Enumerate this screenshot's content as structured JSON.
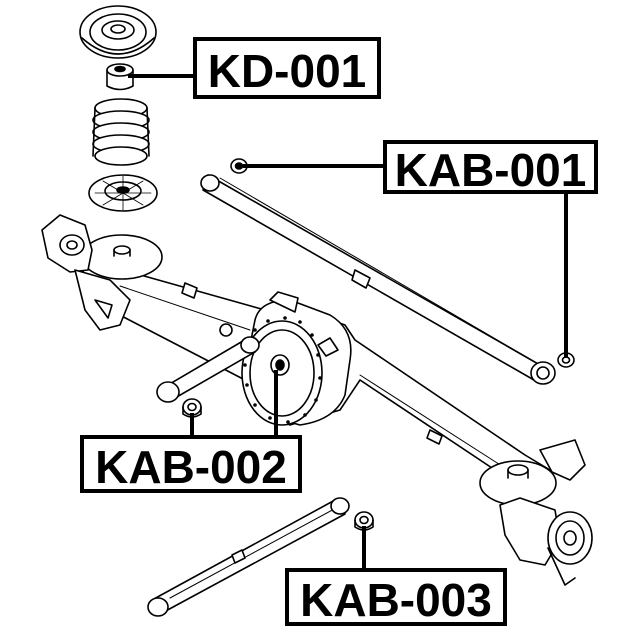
{
  "labels": {
    "kd001": "KD-001",
    "kab001": "KAB-001",
    "kab002": "KAB-002",
    "kab003": "KAB-003"
  },
  "colors": {
    "line": "#000000",
    "background": "#ffffff"
  }
}
